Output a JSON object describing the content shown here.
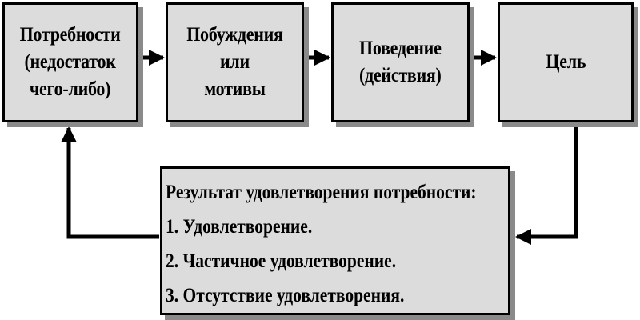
{
  "boxes": [
    {
      "lines": [
        "Потребности",
        "(недостаток",
        "чего-либо)"
      ]
    },
    {
      "lines": [
        "Побуждения",
        "или",
        "мотивы"
      ]
    },
    {
      "lines": [
        "Поведение",
        "(действия)"
      ]
    },
    {
      "lines": [
        "Цель"
      ]
    }
  ],
  "result": {
    "title": "Результат удовлетворения потребности:",
    "items": [
      "1. Удовлетворение.",
      "2. Частичное удовлетворение.",
      "3. Отсутствие удовлетворения."
    ]
  }
}
